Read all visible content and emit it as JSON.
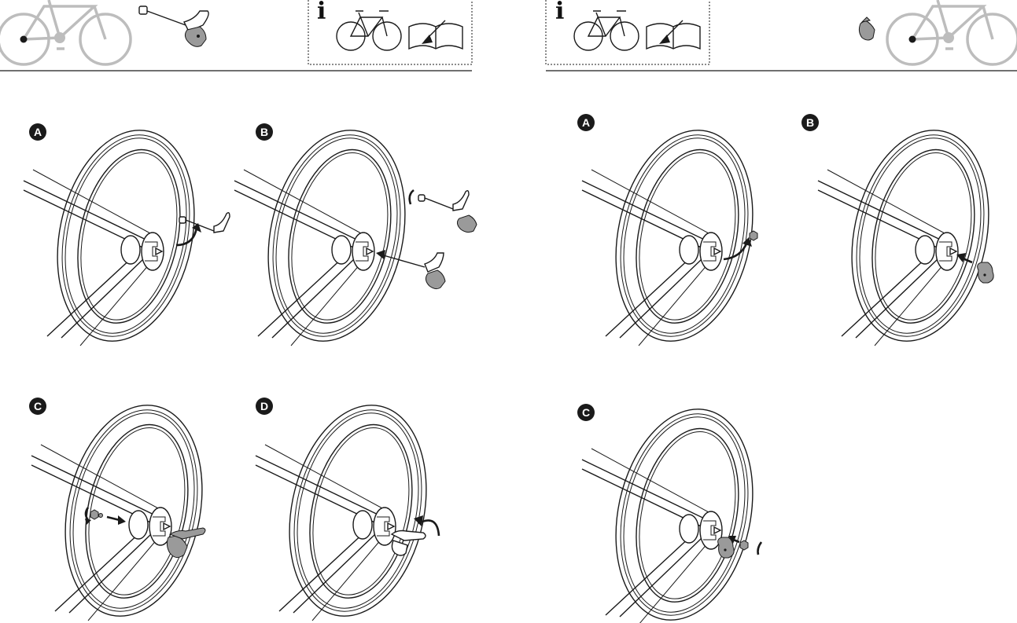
{
  "left_page": {
    "info_symbol": "i",
    "steps": [
      {
        "letter": "A"
      },
      {
        "letter": "B"
      },
      {
        "letter": "C"
      },
      {
        "letter": "D"
      }
    ]
  },
  "right_page": {
    "info_symbol": "i",
    "steps": [
      {
        "letter": "A"
      },
      {
        "letter": "B"
      },
      {
        "letter": "C"
      }
    ]
  },
  "icons": {
    "info_box": [
      "bicycle-icon",
      "manual-book-icon"
    ],
    "header_left": [
      "bicycle-front-wheel-highlight-icon",
      "quick-release-skewer-icon"
    ],
    "header_right": [
      "axle-nut-icon",
      "bicycle-front-wheel-highlight-icon"
    ]
  },
  "colors": {
    "ink": "#1a1a1a",
    "ghost_bike": "#bdbdbd",
    "grey_part": "#9a9a9a",
    "background": "#ffffff"
  }
}
